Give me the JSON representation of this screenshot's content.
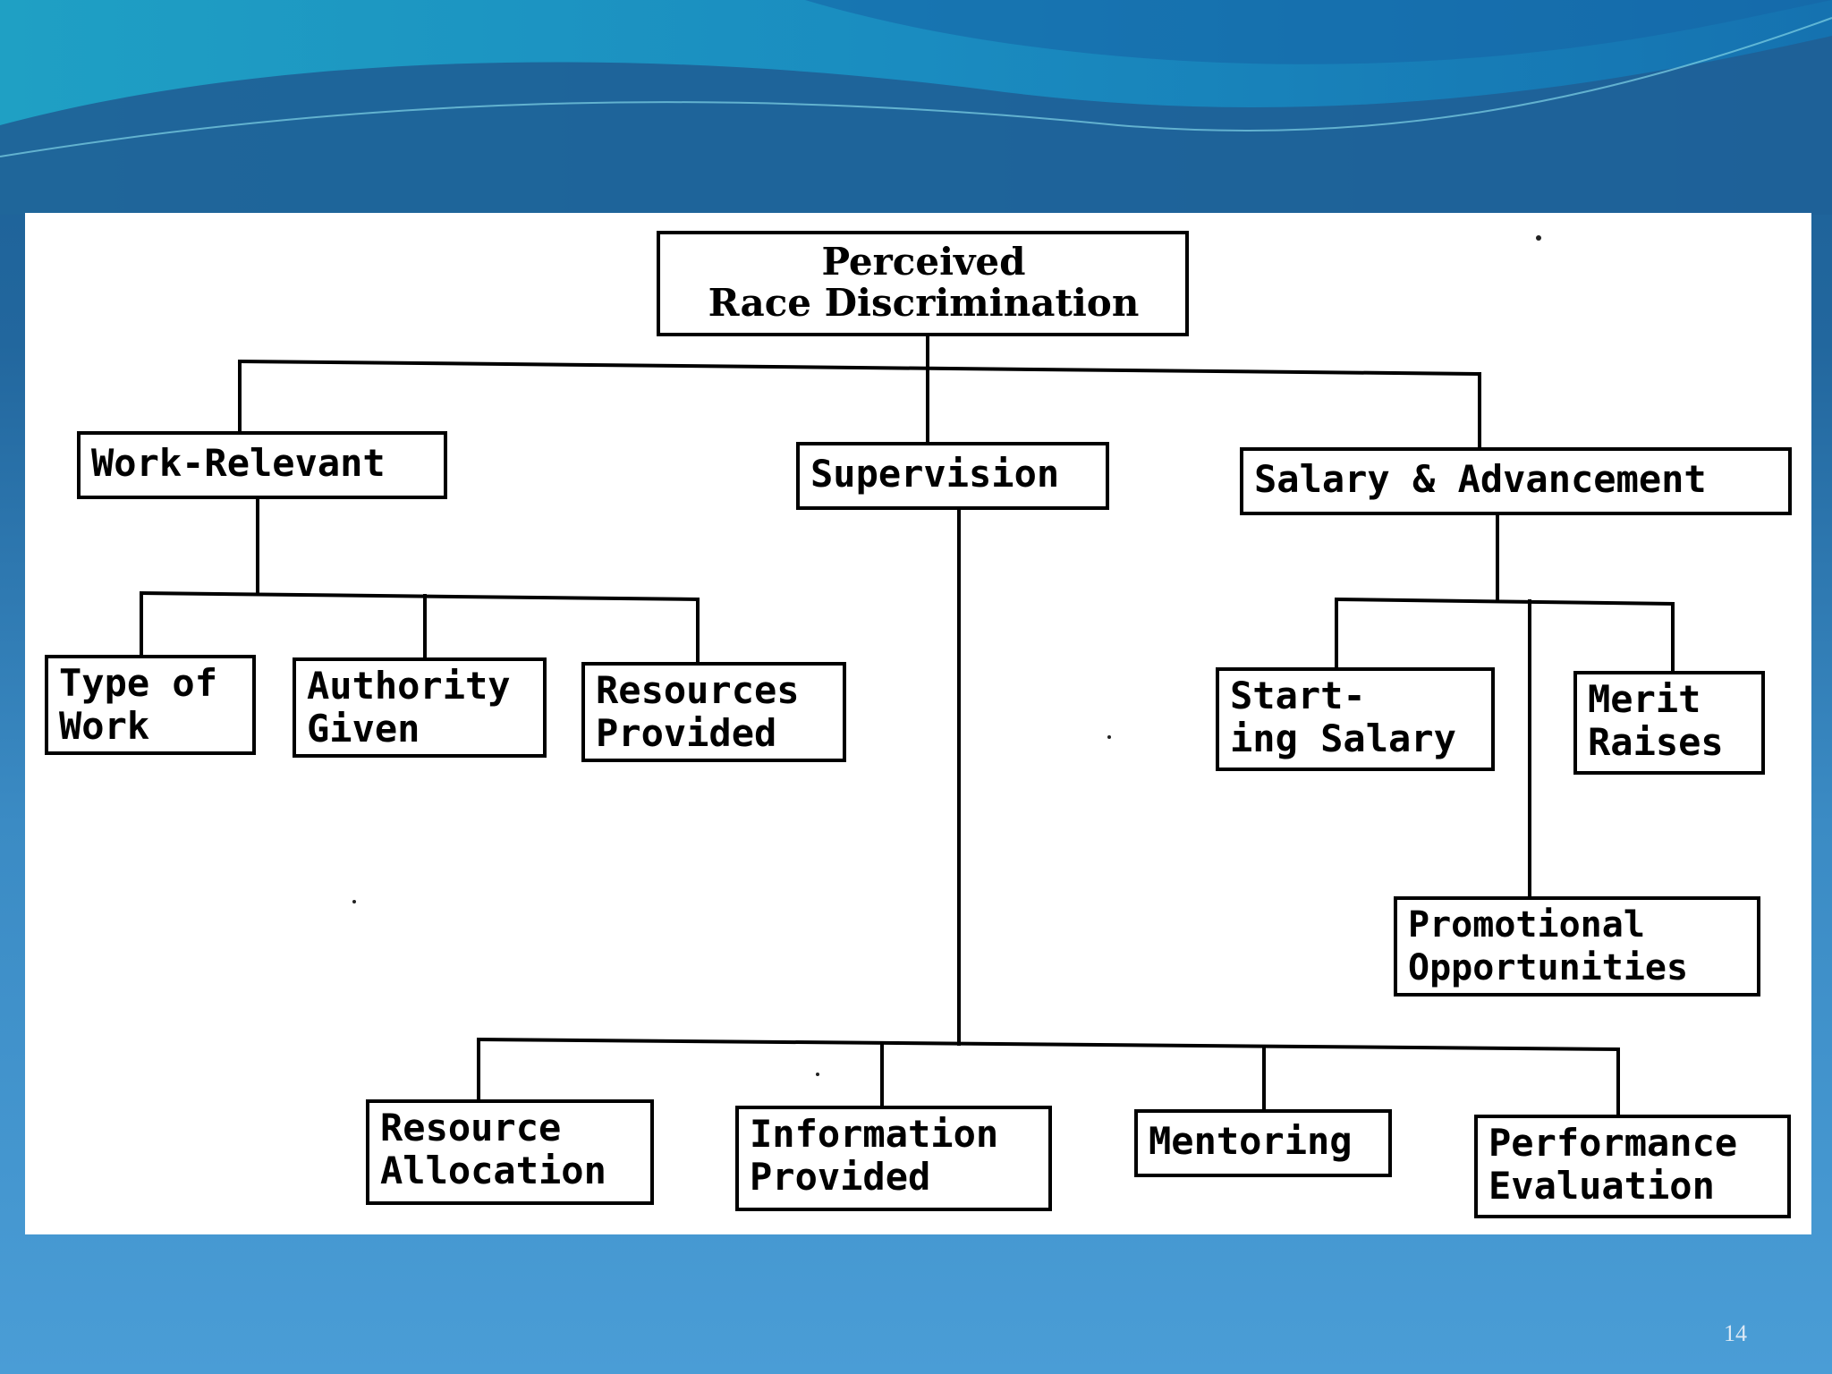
{
  "slide": {
    "page_number": "14"
  },
  "diagram": {
    "root": {
      "line1": "Perceived",
      "line2": "Race Discrimination"
    },
    "branches": {
      "work_relevant": {
        "label": "Work-Relevant",
        "children": [
          {
            "line1": "Type of",
            "line2": "Work"
          },
          {
            "line1": "Authority",
            "line2": "Given"
          },
          {
            "line1": "Resources",
            "line2": "Provided"
          }
        ]
      },
      "supervision": {
        "label": "Supervision",
        "children": [
          {
            "line1": "Resource",
            "line2": "Allocation"
          },
          {
            "line1": "Information",
            "line2": "Provided"
          },
          {
            "line1": "Mentoring",
            "line2": ""
          },
          {
            "line1": "Performance",
            "line2": "Evaluation"
          }
        ]
      },
      "salary_advancement": {
        "label": "Salary & Advancement",
        "children": [
          {
            "line1": "Start-",
            "line2": "ing Salary"
          },
          {
            "line1": "Merit",
            "line2": "Raises"
          },
          {
            "line1": "Promotional",
            "line2": "Opportunities"
          }
        ]
      }
    }
  },
  "colors": {
    "slide_dark": "#1a5f95",
    "slide_light": "#4a9dd6",
    "ink": "#000000",
    "panel": "#ffffff"
  }
}
